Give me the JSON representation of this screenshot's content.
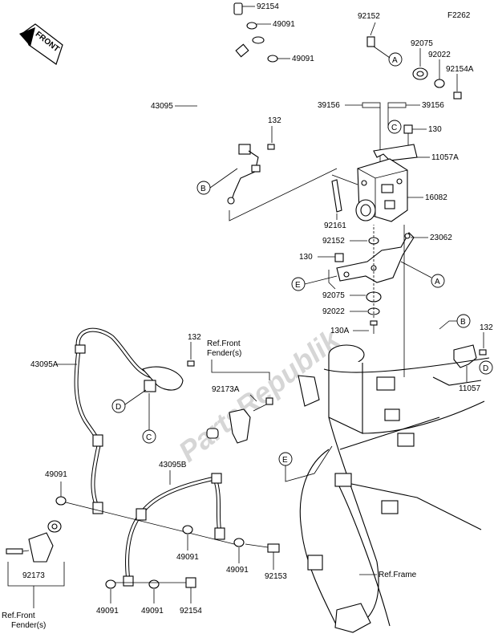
{
  "diagram_code": "F2262",
  "front_badge": "FRONT",
  "watermark": "PartsRepublik",
  "callouts": {
    "A": "A",
    "B": "B",
    "C": "C",
    "D": "D",
    "E": "E"
  },
  "parts": {
    "p92154_top": "92154",
    "p49091_a": "49091",
    "p49091_b": "49091",
    "p43095": "43095",
    "p132_a": "132",
    "p92152_a": "92152",
    "p92075_a": "92075",
    "p92022_a": "92022",
    "p92154A": "92154A",
    "p39156_l": "39156",
    "p39156_r": "39156",
    "p130_a": "130",
    "p11057A": "11057A",
    "p16082": "16082",
    "p92161": "92161",
    "p92152_b": "92152",
    "p23062": "23062",
    "p130_b": "130",
    "p92075_b": "92075",
    "p92022_b": "92022",
    "p130A": "130A",
    "p132_b": "132",
    "p132_c": "132",
    "p43095A": "43095A",
    "p92173A": "92173A",
    "p11057": "11057",
    "p43095B": "43095B",
    "p49091_c": "49091",
    "p49091_d": "49091",
    "p49091_e": "49091",
    "p92153": "92153",
    "p92173": "92173",
    "p49091_f": "49091",
    "p49091_g": "49091",
    "p92154_bot": "92154"
  },
  "refs": {
    "front_fender_1": "Ref.Front",
    "front_fender_1b": "Fender(s)",
    "front_fender_2": "Ref.Front",
    "front_fender_2b": "Fender(s)",
    "frame": "Ref.Frame"
  }
}
